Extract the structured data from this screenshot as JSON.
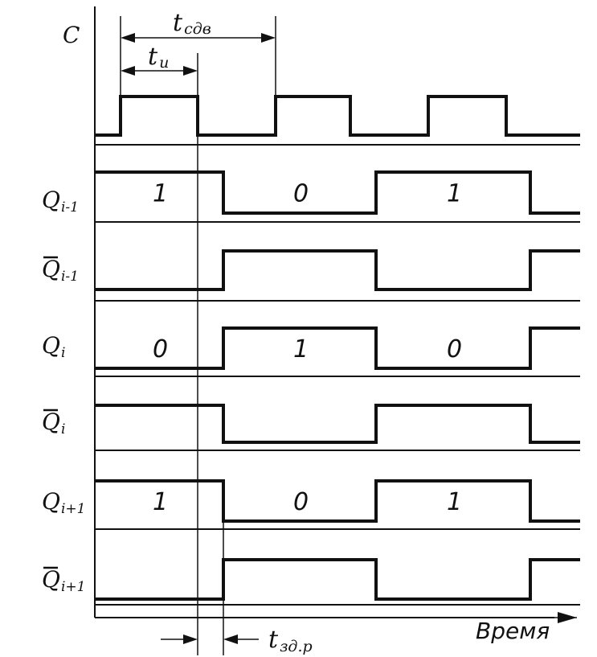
{
  "signals": [
    {
      "main": "C",
      "sub": "",
      "bar": false,
      "levels": [
        0,
        1,
        0,
        1,
        0,
        1,
        0
      ],
      "bits": []
    },
    {
      "main": "Q",
      "sub": "i-1",
      "bar": false,
      "levels": [
        1,
        0,
        1,
        0
      ],
      "bits": [
        "1",
        "0",
        "1"
      ]
    },
    {
      "main": "Q",
      "sub": "i-1",
      "bar": true,
      "levels": [
        0,
        1,
        0,
        1
      ],
      "bits": []
    },
    {
      "main": "Q",
      "sub": "i",
      "bar": false,
      "levels": [
        0,
        1,
        0,
        1
      ],
      "bits": [
        "0",
        "1",
        "0"
      ]
    },
    {
      "main": "Q",
      "sub": "i",
      "bar": true,
      "levels": [
        1,
        0,
        1,
        0
      ],
      "bits": []
    },
    {
      "main": "Q",
      "sub": "i+1",
      "bar": false,
      "levels": [
        1,
        0,
        1,
        0
      ],
      "bits": [
        "1",
        "0",
        "1"
      ]
    },
    {
      "main": "Q",
      "sub": "i+1",
      "bar": true,
      "levels": [
        0,
        1,
        0,
        1
      ],
      "bits": []
    }
  ],
  "annotations": {
    "t_shift": {
      "main": "t",
      "sub": "сдв"
    },
    "t_pulse": {
      "main": "t",
      "sub": "и"
    },
    "t_delay": {
      "main": "t",
      "sub": "зд.р"
    }
  },
  "time_axis_label": "Время"
}
